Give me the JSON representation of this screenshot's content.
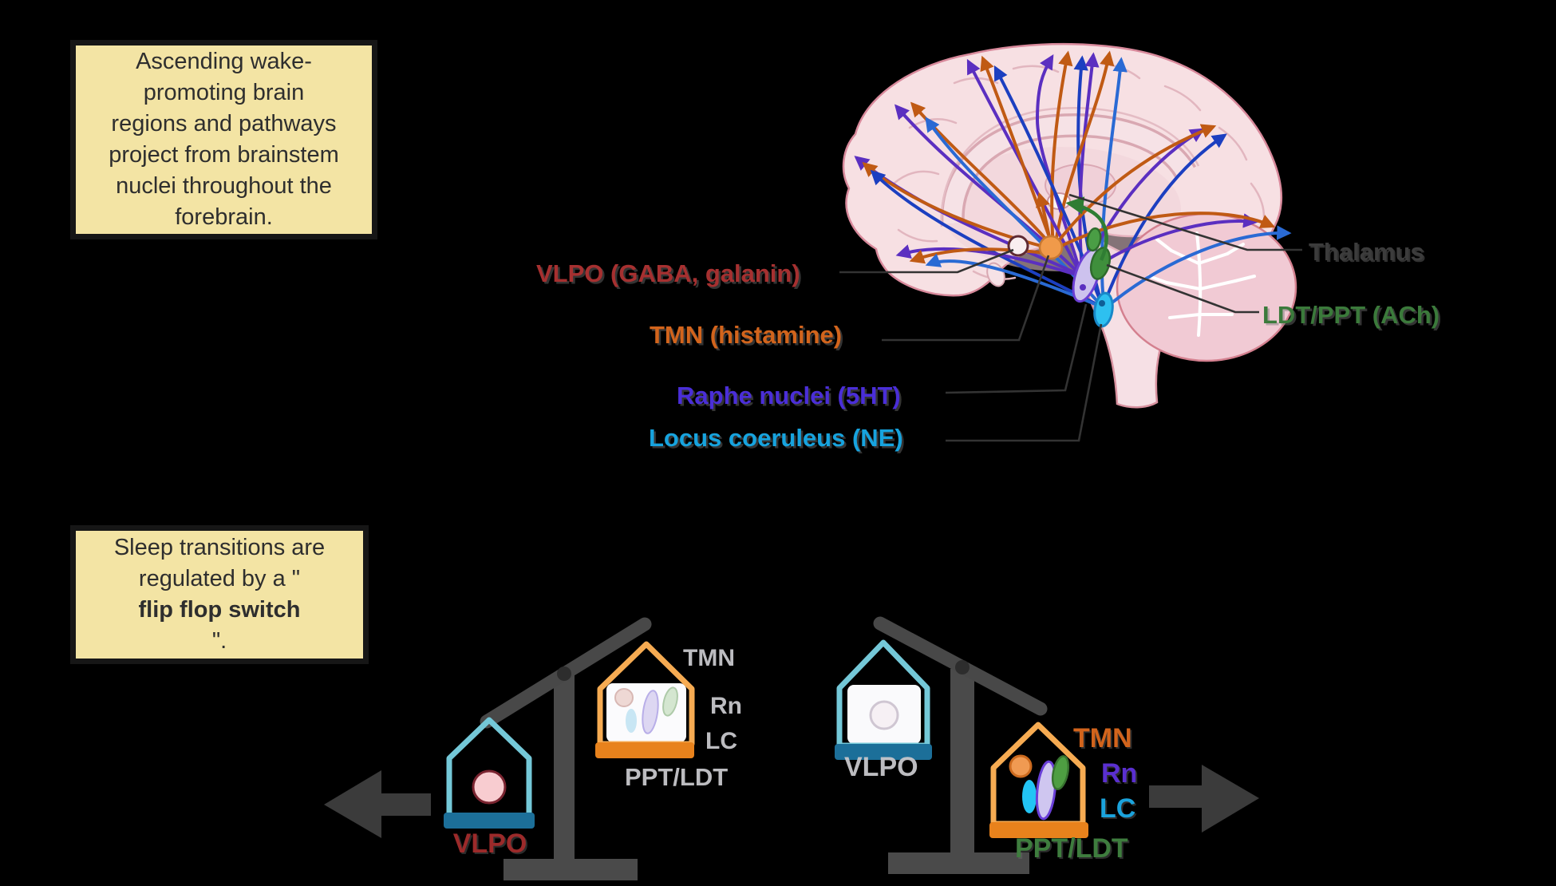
{
  "colors": {
    "background": "#000000",
    "note_bg": "#f3e4a4",
    "note_border": "#161616",
    "note_text": "#2e2e2e",
    "pathway_purple": "#5b2fc0",
    "pathway_orange": "#c05a14",
    "pathway_blue": "#1c3fc0",
    "pathway_blue_light": "#2a6ad4",
    "pathway_green": "#2f7d33",
    "label_vlpo": "#a63030",
    "label_tmn": "#d2641c",
    "label_raphe": "#4a2ed8",
    "label_locus": "#17a3de",
    "label_ldtppt": "#3b7a3b",
    "label_thalamus": "#3c3c3c",
    "ghost_label": "#c7c7cb",
    "seesaw_gray": "#4a4a4a",
    "arrow_gray": "#3b3b3b",
    "house_cyan": "#74c8d8",
    "house_base_blue": "#1c6f99",
    "house_orange": "#f6ab52",
    "house_base_orange": "#e8821c"
  },
  "notes": {
    "wake": {
      "lines": [
        "Ascending wake-",
        "promoting brain",
        "regions and pathways",
        "project from brainstem",
        "nuclei throughout the",
        "forebrain."
      ]
    },
    "flipflop": {
      "parts": [
        {
          "t": "Sleep transitions are regulated by a \"",
          "b": false
        },
        {
          "t": "flip flop switch",
          "b": true
        },
        {
          "t": "\".",
          "b": false
        }
      ]
    }
  },
  "brain": {
    "labels": {
      "vlpo": "VLPO (GABA, galanin)",
      "tmn": "TMN (histamine)",
      "raphe": "Raphe nuclei (5HT)",
      "locus": "Locus coeruleus (NE)",
      "thalamus": "Thalamus",
      "ldtppt": "LDT/PPT (ACh)"
    }
  },
  "flipflop_diagram": {
    "sleep_state": {
      "active_house_label": "VLPO",
      "ghost_labels": {
        "tmn": "TMN",
        "rn": "Rn",
        "lc": "LC",
        "pptldt": "PPT/LDT"
      }
    },
    "wake_state": {
      "ghost_house_label": "VLPO",
      "active_labels": {
        "tmn": "TMN",
        "rn": "Rn",
        "lc": "LC",
        "pptldt": "PPT/LDT"
      }
    }
  }
}
